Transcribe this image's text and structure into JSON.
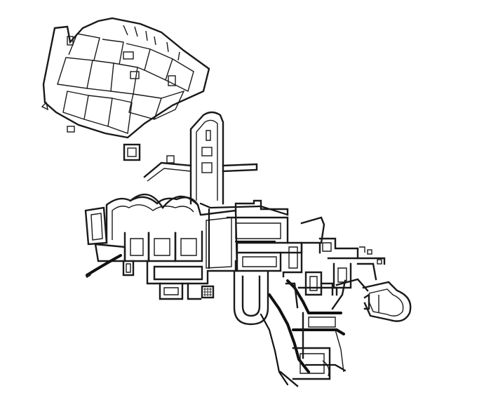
{
  "figure": {
    "kind": "architectural-floor-plan",
    "style": "black line drawing on white, no labels or text",
    "ink_color": "#1a1a1a",
    "paper_color": "#ffffff",
    "structures": [
      "northwest-building-complex",
      "isolated-square-room",
      "north-tower",
      "central-bath-complex",
      "apsidal-halls",
      "colonnade-corridor",
      "u-shaped-pool",
      "east-wing",
      "southeast-apse-room",
      "drainage-channels",
      "curved-aqueduct"
    ]
  }
}
